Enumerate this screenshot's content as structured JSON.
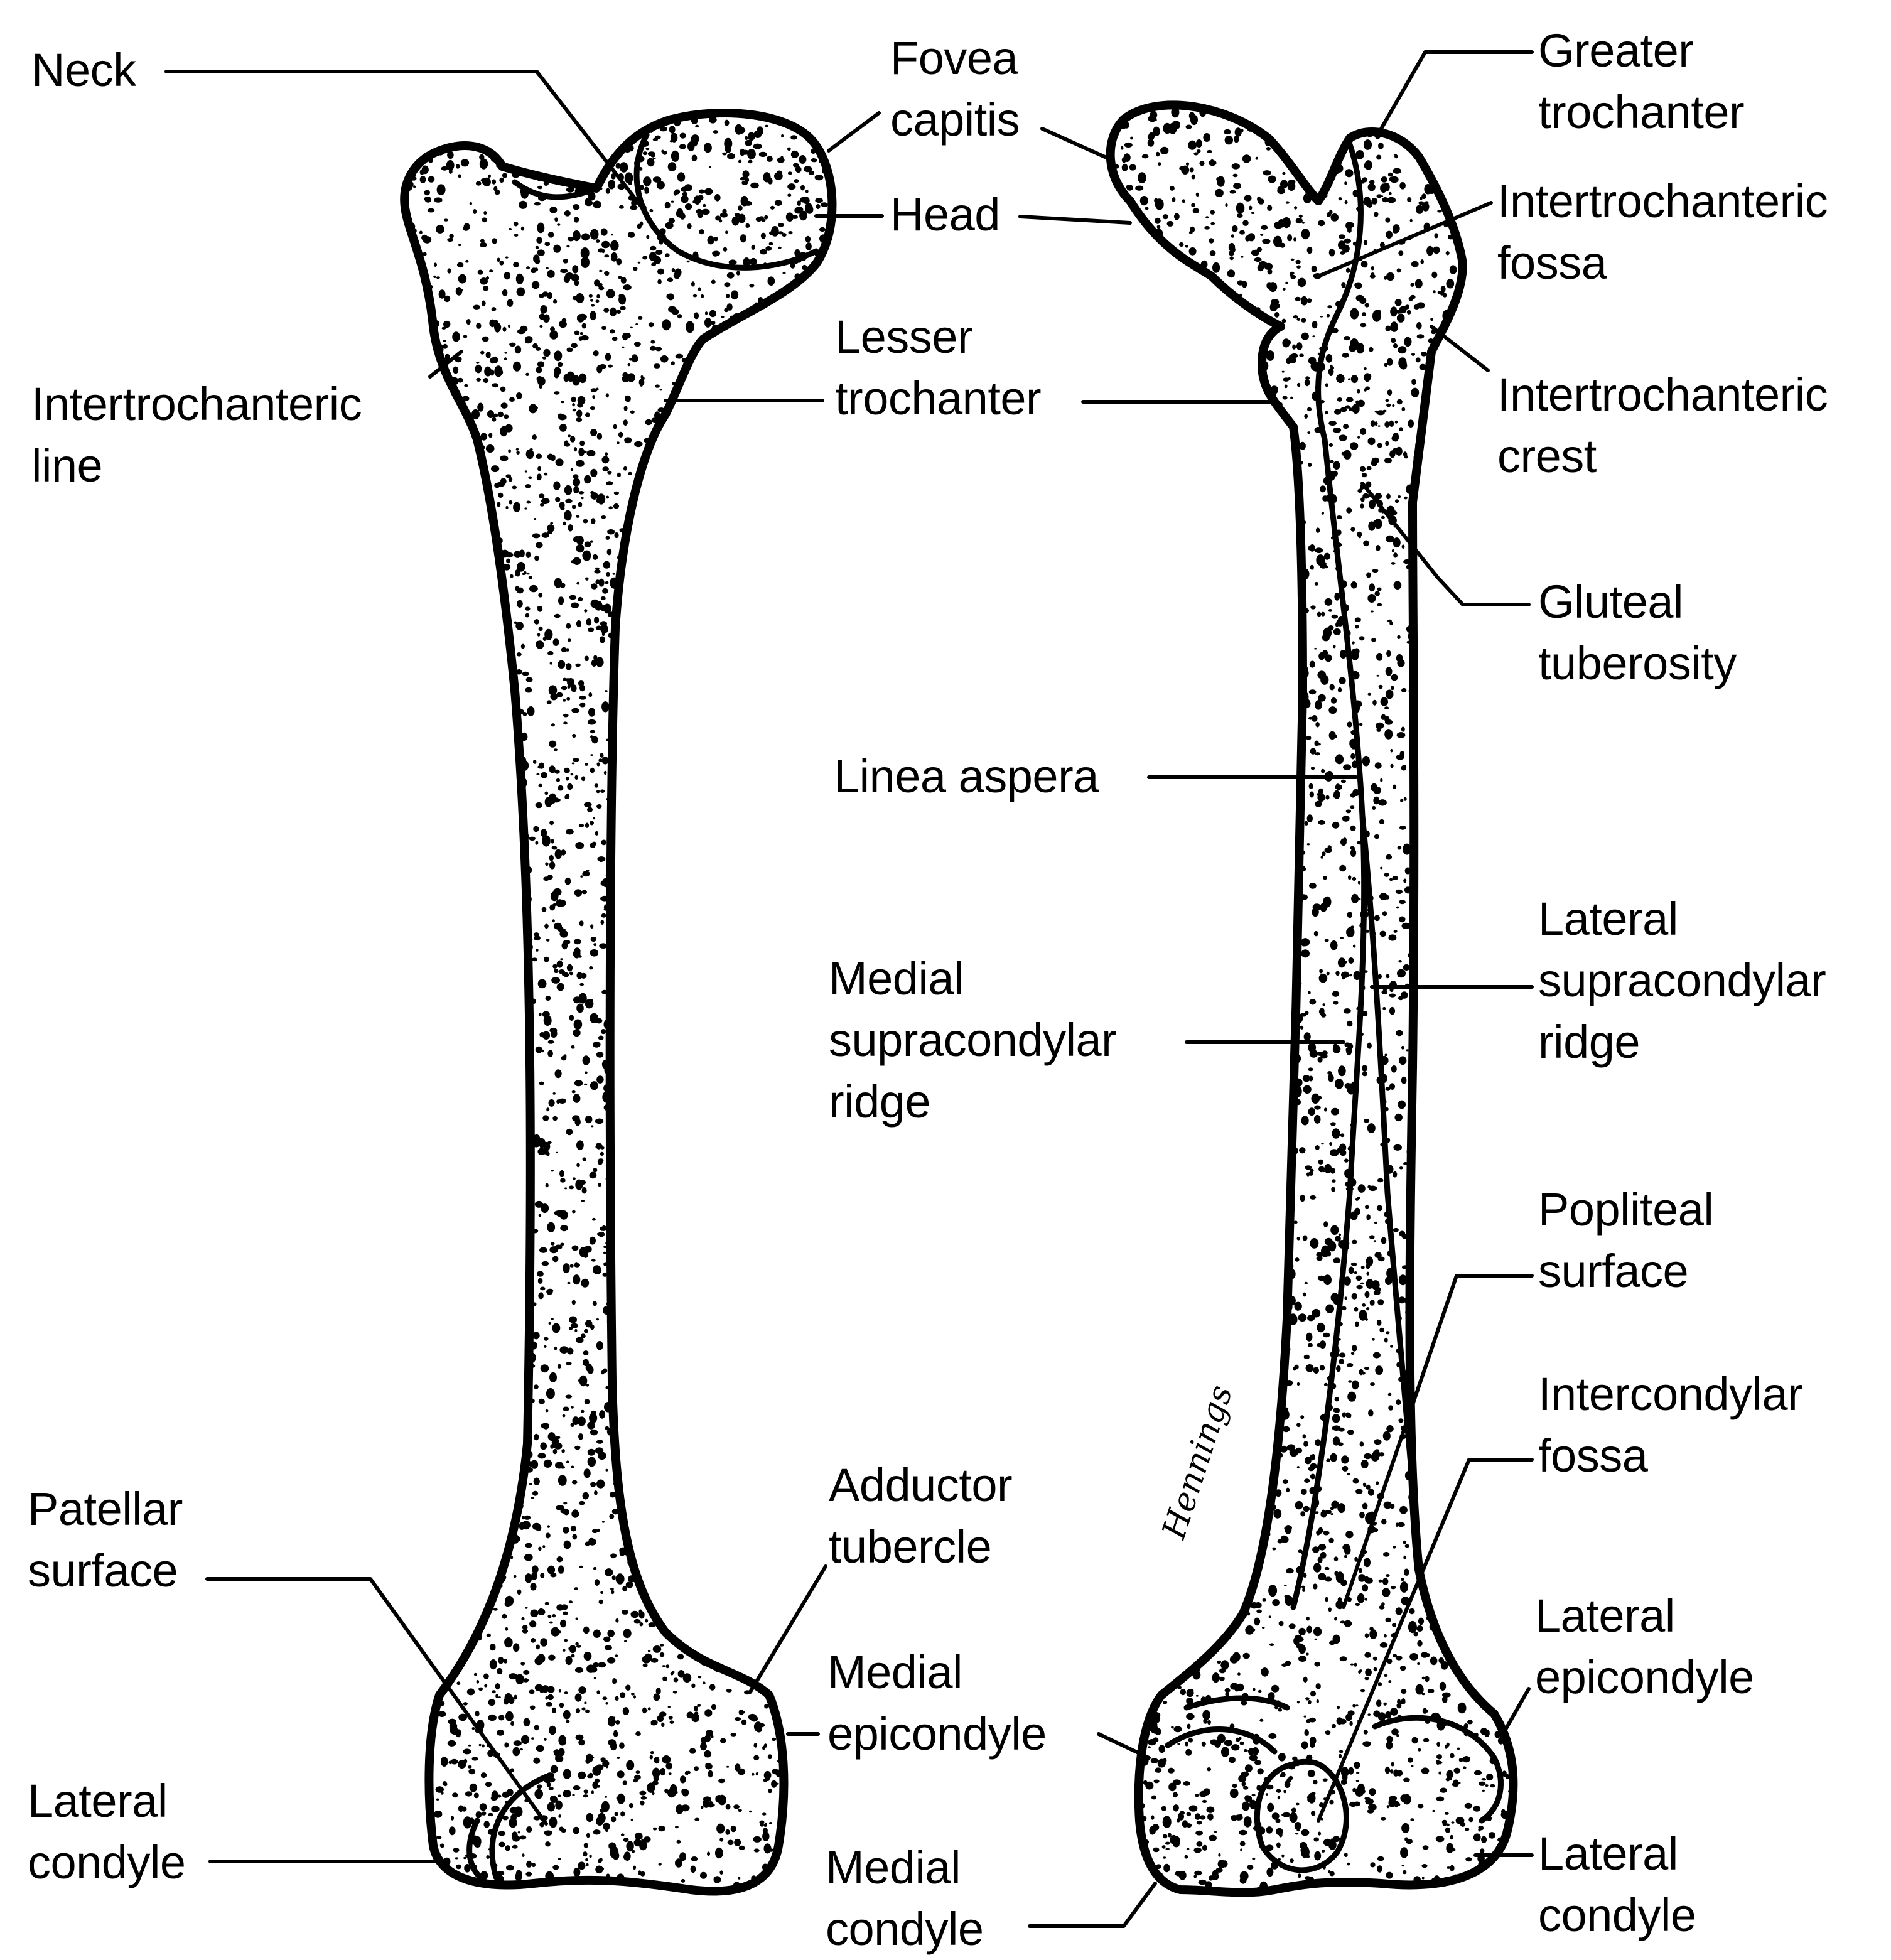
{
  "labels": {
    "neck": "Neck",
    "fovea_capitis": "Fovea\ncapitis",
    "head": "Head",
    "greater_trochanter": "Greater\ntrochanter",
    "intertrochanteric_fossa": "Intertrochanteric\nfossa",
    "intertrochanteric_line": "Intertrochanteric\nline",
    "lesser_trochanter": "Lesser\ntrochanter",
    "intertrochanteric_crest": "Intertrochanteric\ncrest",
    "gluteal_tuberosity": "Gluteal\ntuberosity",
    "linea_aspera": "Linea aspera",
    "lateral_supracondylar_ridge": "Lateral\nsupracondylar\nridge",
    "medial_supracondylar_ridge": "Medial\nsupracondylar\nridge",
    "popliteal_surface": "Popliteal\nsurface",
    "intercondylar_fossa": "Intercondylar\nfossa",
    "patellar_surface": "Patellar\nsurface",
    "adductor_tubercle": "Adductor\ntubercle",
    "lateral_epicondyle": "Lateral\nepicondyle",
    "medial_epicondyle": "Medial\nepicondyle",
    "lateral_condyle_left": "Lateral\ncondyle",
    "medial_condyle": "Medial\ncondyle",
    "lateral_condyle_right": "Lateral\ncondyle",
    "signature": "Hennings"
  }
}
